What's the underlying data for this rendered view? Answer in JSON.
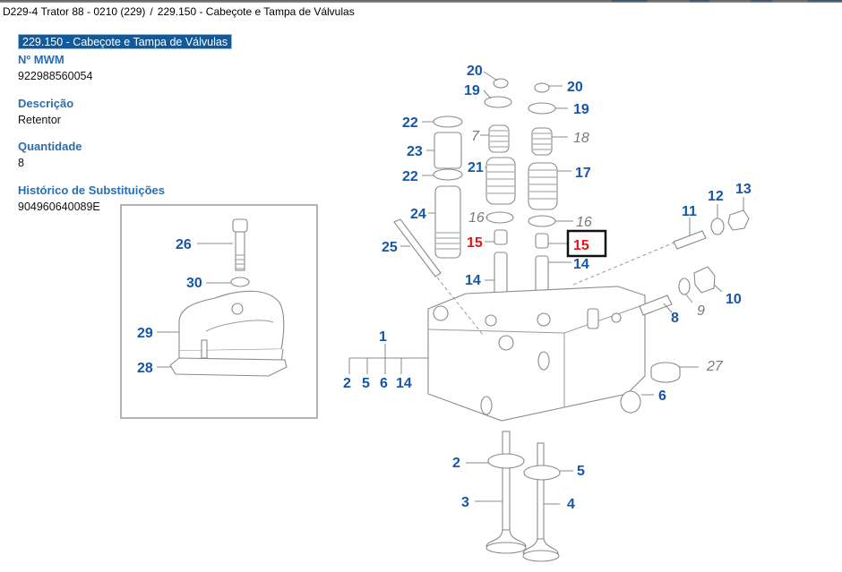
{
  "breadcrumb": {
    "items": [
      "D229-4 Trator 88 - 0210 (229)",
      "229.150 - Cabeçote e Tampa de Válvulas"
    ],
    "separator": "/"
  },
  "section_title": "229.150 - Cabeçote e Tampa de Válvulas",
  "details": {
    "mwm_label": "Nº MWM",
    "mwm_value": "922988560054",
    "description_label": "Descrição",
    "description_value": "Retentor",
    "quantity_label": "Quantidade",
    "quantity_value": "8",
    "history_label": "Histórico de Substituições",
    "history_value": "904960640089E"
  },
  "diagram": {
    "selected_item": "15",
    "colors": {
      "callout": "#1656a8",
      "callout_alt": "#7a7a7a",
      "selected": "#ee1111",
      "title_bg": "#0f5a9c",
      "label": "#2a6db0"
    },
    "inset_callouts": [
      "26",
      "30",
      "29",
      "28"
    ],
    "callouts": {
      "c20a": "20",
      "c20b": "20",
      "c19a": "19",
      "c19b": "19",
      "c22a": "22",
      "c22b": "22",
      "c23": "23",
      "c7": "7",
      "c18": "18",
      "c21": "21",
      "c17": "17",
      "c24": "24",
      "c16a": "16",
      "c16b": "16",
      "c25": "25",
      "c15a": "15",
      "c15b": "15",
      "c14a": "14",
      "c14b": "14",
      "c11": "11",
      "c12": "12",
      "c13": "13",
      "c10": "10",
      "c9": "9",
      "c8": "8",
      "c27": "27",
      "c6": "6",
      "c1": "1",
      "g2": "2",
      "g5": "5",
      "g6": "6",
      "g14": "14",
      "v2": "2",
      "v5": "5",
      "v3": "3",
      "v4": "4"
    }
  }
}
